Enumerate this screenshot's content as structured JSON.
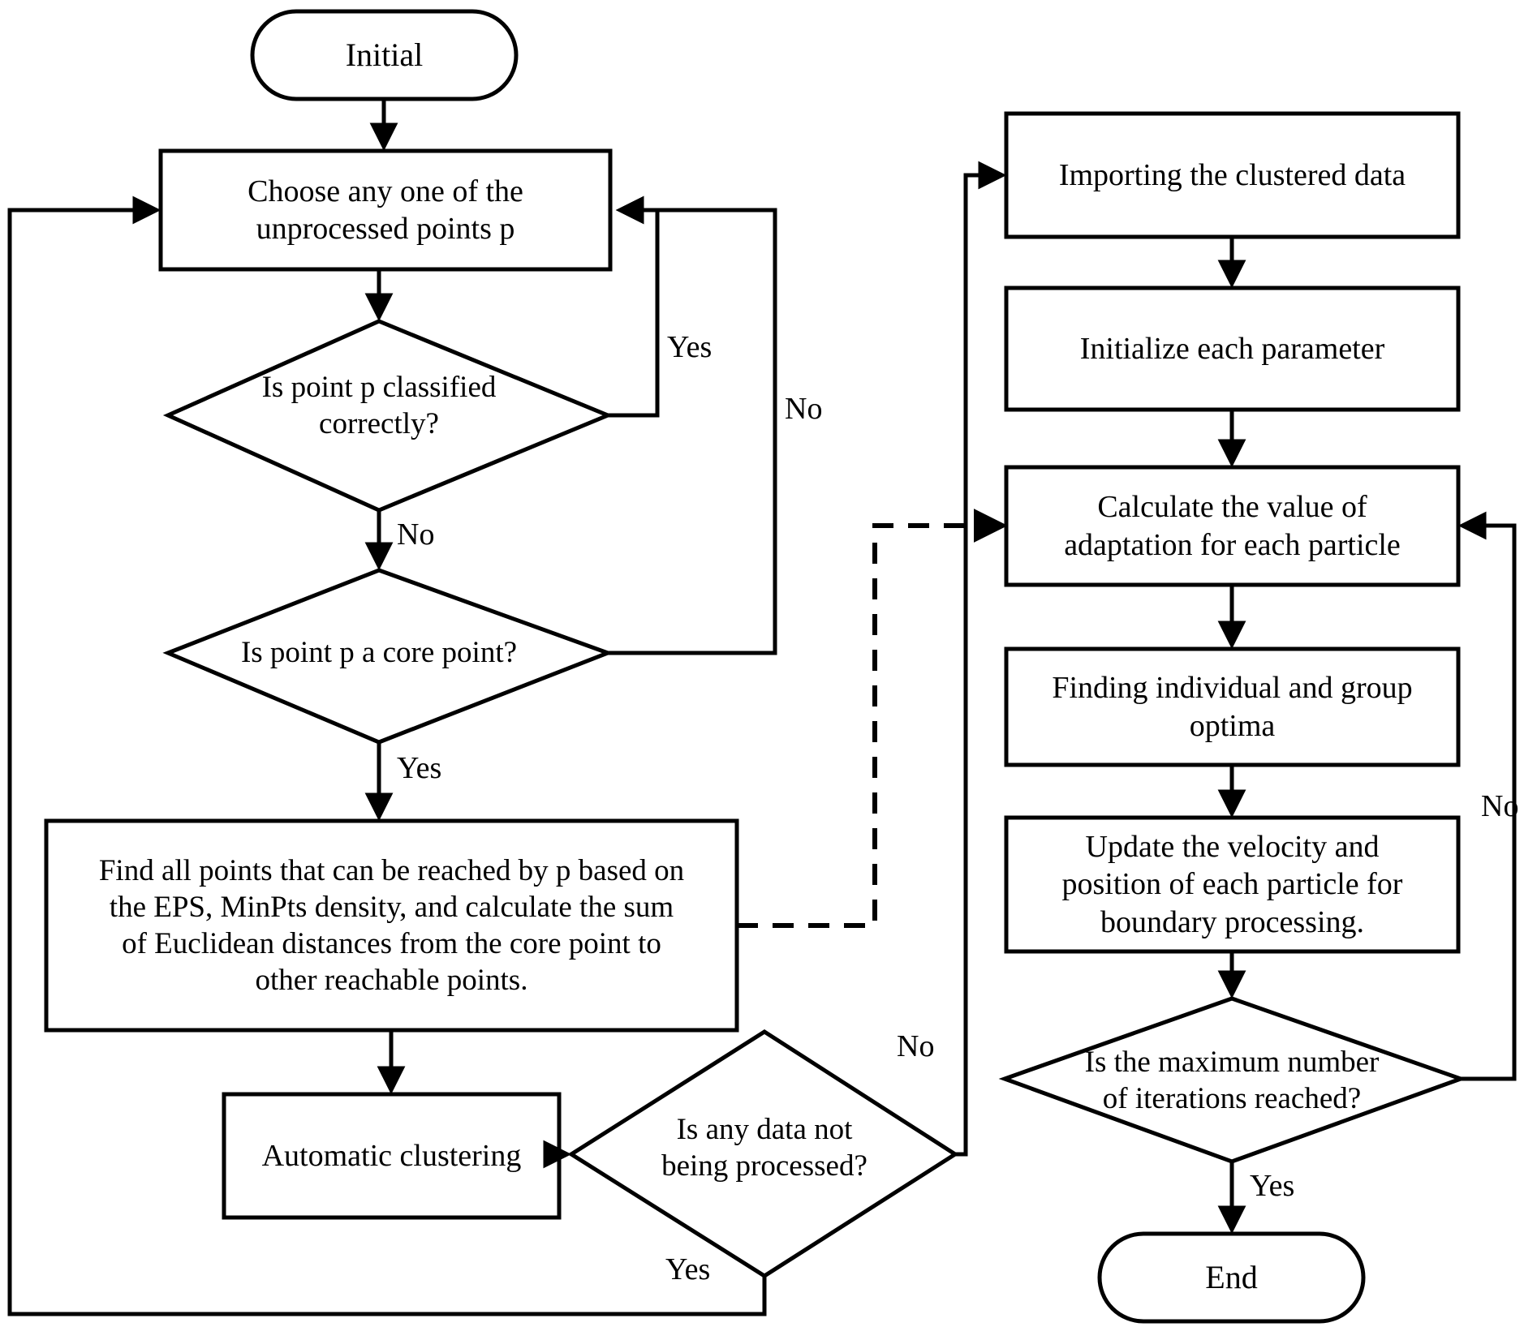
{
  "diagram": {
    "title": "DBSCAN automatic clustering and PSO optimization flowchart",
    "colors": {
      "stroke": "#000000",
      "fill": "#ffffff",
      "text": "#000000"
    },
    "nodes": {
      "initial": {
        "label": "Initial",
        "shape": "terminal"
      },
      "choose_point": {
        "label": "Choose any one of the\nunprocessed points p",
        "shape": "process"
      },
      "is_classified": {
        "label": "Is point p classified\ncorrectly?",
        "shape": "decision"
      },
      "is_core_point": {
        "label": "Is point p a core point?",
        "shape": "decision"
      },
      "find_points": {
        "label": "Find all points that can be reached by p based on\nthe EPS, MinPts density, and calculate the sum\nof Euclidean distances from the core point to\nother reachable points.",
        "shape": "process"
      },
      "automatic_clustering": {
        "label": "Automatic clustering",
        "shape": "process"
      },
      "any_data_not_processed": {
        "label": "Is any data not\nbeing processed?",
        "shape": "decision"
      },
      "importing_data": {
        "label": "Importing the clustered data",
        "shape": "process"
      },
      "initialize_parameter": {
        "label": "Initialize each parameter",
        "shape": "process"
      },
      "calculate_adaptation": {
        "label": "Calculate the value of\nadaptation for each particle",
        "shape": "process"
      },
      "finding_optima": {
        "label": "Finding individual and group\noptima",
        "shape": "process"
      },
      "update_velocity": {
        "label": "Update the velocity and\nposition of each particle for\nboundary processing.",
        "shape": "process"
      },
      "max_iterations": {
        "label": "Is the maximum number\nof iterations reached?",
        "shape": "decision"
      },
      "end": {
        "label": "End",
        "shape": "terminal"
      }
    },
    "edge_labels": {
      "classified_yes": "Yes",
      "classified_no": "No",
      "core_point_no": "No",
      "core_point_yes": "Yes",
      "any_data_no": "No",
      "any_data_yes": "Yes",
      "iterations_no": "No",
      "iterations_yes": "Yes"
    },
    "edges": [
      {
        "from": "initial",
        "to": "choose_point",
        "label": "",
        "style": "solid"
      },
      {
        "from": "choose_point",
        "to": "is_classified",
        "label": "",
        "style": "solid"
      },
      {
        "from": "is_classified",
        "to": "choose_point",
        "label": "Yes",
        "style": "solid"
      },
      {
        "from": "is_classified",
        "to": "is_core_point",
        "label": "No",
        "style": "solid"
      },
      {
        "from": "is_core_point",
        "to": "choose_point",
        "label": "No",
        "style": "solid"
      },
      {
        "from": "is_core_point",
        "to": "find_points",
        "label": "Yes",
        "style": "solid"
      },
      {
        "from": "find_points",
        "to": "automatic_clustering",
        "label": "",
        "style": "solid"
      },
      {
        "from": "automatic_clustering",
        "to": "any_data_not_processed",
        "label": "",
        "style": "solid"
      },
      {
        "from": "any_data_not_processed",
        "to": "choose_point",
        "label": "Yes",
        "style": "solid"
      },
      {
        "from": "any_data_not_processed",
        "to": "importing_data",
        "label": "No",
        "style": "solid"
      },
      {
        "from": "find_points",
        "to": "calculate_adaptation",
        "label": "",
        "style": "dashed"
      },
      {
        "from": "importing_data",
        "to": "initialize_parameter",
        "label": "",
        "style": "solid"
      },
      {
        "from": "initialize_parameter",
        "to": "calculate_adaptation",
        "label": "",
        "style": "solid"
      },
      {
        "from": "calculate_adaptation",
        "to": "finding_optima",
        "label": "",
        "style": "solid"
      },
      {
        "from": "finding_optima",
        "to": "update_velocity",
        "label": "",
        "style": "solid"
      },
      {
        "from": "update_velocity",
        "to": "max_iterations",
        "label": "",
        "style": "solid"
      },
      {
        "from": "max_iterations",
        "to": "calculate_adaptation",
        "label": "No",
        "style": "solid"
      },
      {
        "from": "max_iterations",
        "to": "end",
        "label": "Yes",
        "style": "solid"
      }
    ]
  }
}
